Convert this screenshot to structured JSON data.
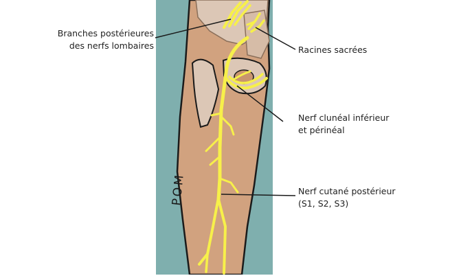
{
  "labels": {
    "lumbar": {
      "line1": "Branches postérieures",
      "line2": "des nerfs lombaires"
    },
    "sacral": {
      "line1": "Racines sacrées"
    },
    "cluneal": {
      "line1": "Nerf clunéal inférieur",
      "line2": "et périnéal"
    },
    "cutaneous": {
      "line1": "Nerf cutané postérieur",
      "line2": "(S1, S2, S3)"
    }
  },
  "signature": "POM",
  "colors": {
    "background_panel": "#7fafae",
    "skin": "#d1a27f",
    "bone": "#dcc7b6",
    "nerve": "#f7f04a",
    "outline": "#1a1a1a"
  }
}
